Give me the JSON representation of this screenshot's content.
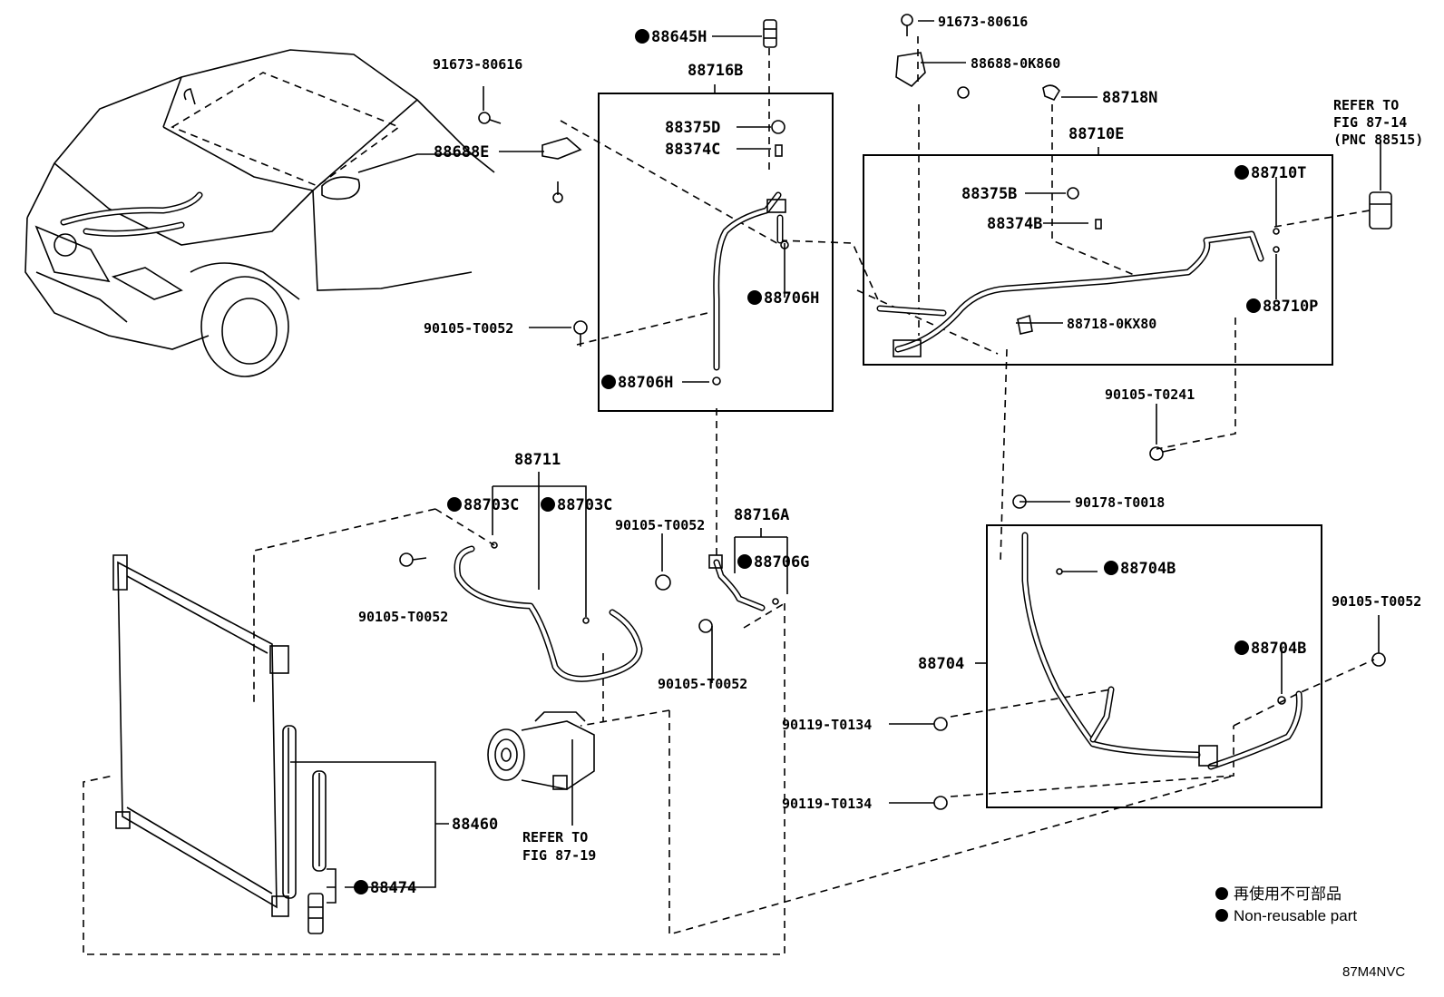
{
  "diagram": {
    "figure_code": "87M4NVC",
    "legend": {
      "line_japanese": "再使用不可部品",
      "line_english": "Non-reusable part"
    },
    "labels": {
      "p88645H": "88645H",
      "p91673_80616_a": "91673-80616",
      "p88716B": "88716B",
      "p88375D": "88375D",
      "p88374C": "88374C",
      "p88688E": "88688E",
      "p88706H_a": "88706H",
      "p90105_T0052_a": "90105-T0052",
      "p88706H_b": "88706H",
      "p91673_80616_b": "91673-80616",
      "p88688_0K860": "88688-0K860",
      "p88718N": "88718N",
      "refer_87_14_l1": "REFER TO",
      "refer_87_14_l2": "FIG 87-14",
      "refer_87_14_l3": "(PNC 88515)",
      "p88710E": "88710E",
      "p88375B": "88375B",
      "p88374B": "88374B",
      "p88710T": "88710T",
      "p88710P": "88710P",
      "p88718_0KX80": "88718-0KX80",
      "p90105_T0241": "90105-T0241",
      "p88711": "88711",
      "p88703C_a": "88703C",
      "p88703C_b": "88703C",
      "p90105_T0052_b": "90105-T0052",
      "p88716A": "88716A",
      "p88706G": "88706G",
      "p90105_T0052_c": "90105-T0052",
      "p90105_T0052_d": "90105-T0052",
      "p90178_T0018": "90178-T0018",
      "p88704B_a": "88704B",
      "p88704": "88704",
      "p88704B_b": "88704B",
      "p90105_T0052_e": "90105-T0052",
      "p90119_T0134_a": "90119-T0134",
      "p90119_T0134_b": "90119-T0134",
      "p88460": "88460",
      "p88474": "88474",
      "refer_87_19_l1": "REFER TO",
      "refer_87_19_l2": "FIG 87-19"
    }
  }
}
